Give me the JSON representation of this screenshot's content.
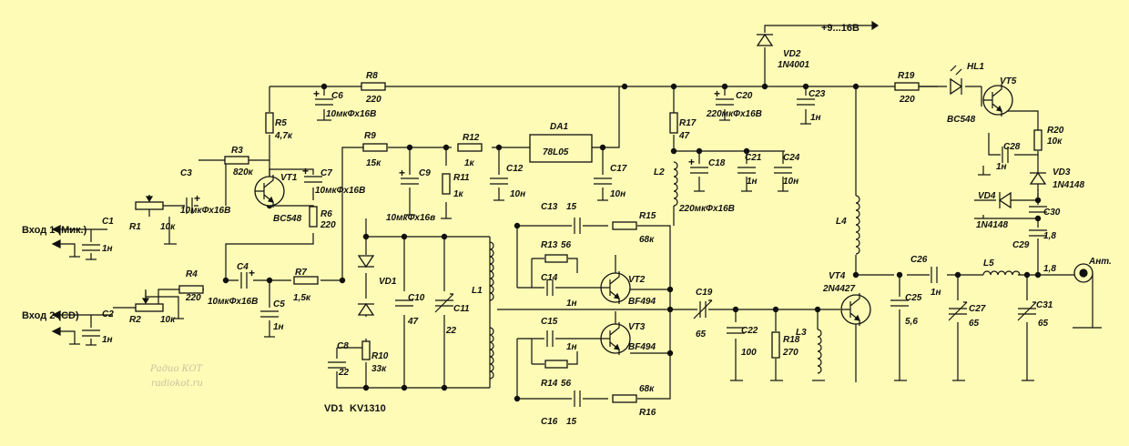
{
  "supply": "+9...16В",
  "inputs": {
    "in1": "Вход 1 (Мик.)",
    "in2": "Вход 2 (CD)"
  },
  "antenna": "Ант.",
  "watermark": {
    "title": "Радио КОТ",
    "site": "radiokot.ru"
  },
  "parts": {
    "C1": [
      "C1",
      "1н"
    ],
    "C2": [
      "C2",
      "1н"
    ],
    "C3": [
      "C3",
      "10мкФх16В"
    ],
    "C4": [
      "C4",
      "10мкФх16В"
    ],
    "C5": [
      "C5",
      "1н"
    ],
    "C6": [
      "C6",
      "10мкФх16В"
    ],
    "C7": [
      "C7",
      "10мкФх16В"
    ],
    "C8": [
      "C8",
      "22"
    ],
    "C9": [
      "C9",
      "10мкФх16в"
    ],
    "C10": [
      "C10",
      "47"
    ],
    "C11": [
      "C11",
      "22"
    ],
    "C12": [
      "C12",
      "10н"
    ],
    "C13": [
      "C13",
      "15"
    ],
    "C14": [
      "C14",
      "1н"
    ],
    "C15": [
      "C15",
      "1н"
    ],
    "C16": [
      "C16",
      "15"
    ],
    "C17": [
      "C17",
      "10н"
    ],
    "C18": [
      "C18",
      "220мкФх16В"
    ],
    "C19": [
      "C19",
      "65"
    ],
    "C20": [
      "C20",
      "220мкФх16В"
    ],
    "C21": [
      "C21",
      "1н"
    ],
    "C22": [
      "C22",
      "100"
    ],
    "C23": [
      "C23",
      "1н"
    ],
    "C24": [
      "C24",
      "10н"
    ],
    "C25": [
      "C25",
      "5,6"
    ],
    "C26": [
      "C26",
      "1н"
    ],
    "C27": [
      "C27",
      "65"
    ],
    "C28": [
      "C28",
      "1н"
    ],
    "C29": [
      "C29",
      "1,8"
    ],
    "C30": [
      "C30",
      "1,8"
    ],
    "C31": [
      "C31",
      "65"
    ],
    "R1": [
      "R1",
      "10к"
    ],
    "R2": [
      "R2",
      "10к"
    ],
    "R3": [
      "R3",
      "820к"
    ],
    "R4": [
      "R4",
      "220"
    ],
    "R5": [
      "R5",
      "4,7к"
    ],
    "R6": [
      "R6",
      "220"
    ],
    "R7": [
      "R7",
      "1,5к"
    ],
    "R8": [
      "R8",
      "220"
    ],
    "R9": [
      "R9",
      "15к"
    ],
    "R10": [
      "R10",
      "33к"
    ],
    "R11": [
      "R11",
      "1к"
    ],
    "R12": [
      "R12",
      "1к"
    ],
    "R13": [
      "R13",
      "56"
    ],
    "R14": [
      "R14",
      "56"
    ],
    "R15": [
      "R15",
      "68к"
    ],
    "R16": [
      "R16",
      "68к"
    ],
    "R17": [
      "R17",
      "47"
    ],
    "R18": [
      "R18",
      "270"
    ],
    "R19": [
      "R19",
      "220"
    ],
    "R20": [
      "R20",
      "10к"
    ],
    "VT1": [
      "VT1",
      "BC548"
    ],
    "VT2": [
      "VT2",
      "BF494"
    ],
    "VT3": [
      "VT3",
      "BF494"
    ],
    "VT4": [
      "VT4",
      "2N4427"
    ],
    "VT5": [
      "VT5",
      "BC548"
    ],
    "VD1": [
      "VD1",
      "KV1310"
    ],
    "VD2": [
      "VD2",
      "1N4001"
    ],
    "VD3": [
      "VD3",
      "1N4148"
    ],
    "VD4": [
      "VD4",
      "1N4148"
    ],
    "HL1": [
      "HL1"
    ],
    "DA1": [
      "DA1",
      "78L05"
    ],
    "L1": [
      "L1"
    ],
    "L2": [
      "L2",
      "220мкФх16В"
    ],
    "L3": [
      "L3"
    ],
    "L4": [
      "L4"
    ],
    "L5": [
      "L5"
    ]
  }
}
